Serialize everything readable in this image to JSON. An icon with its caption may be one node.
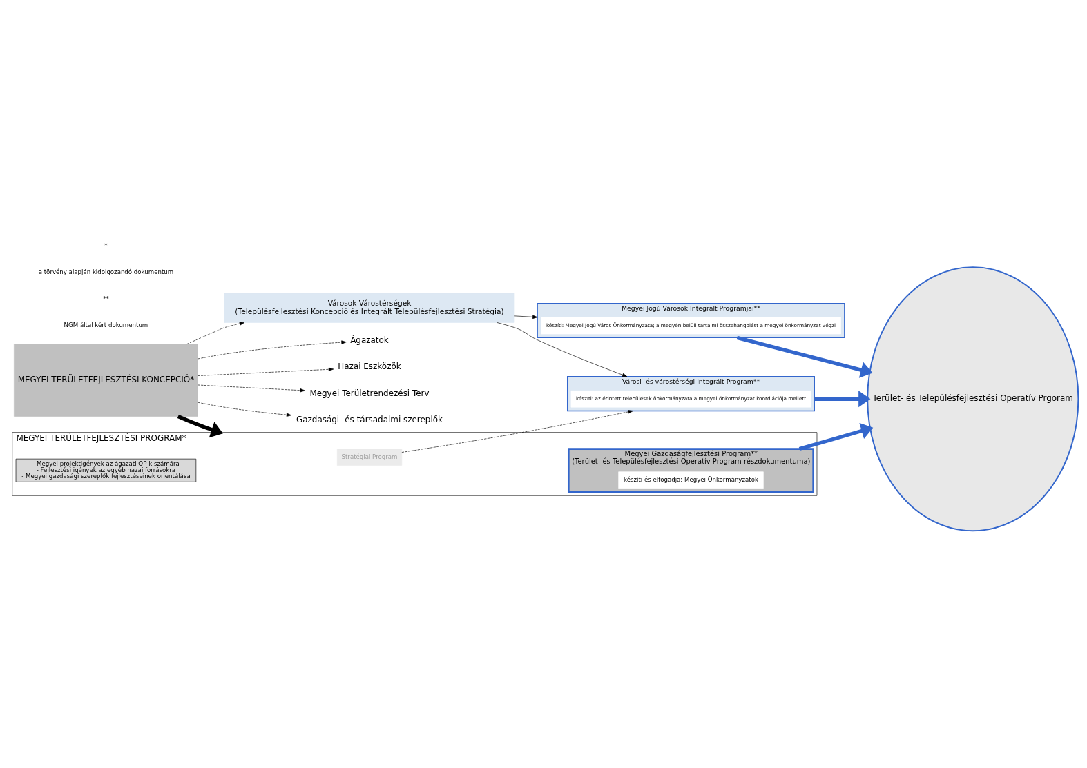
{
  "diagram": {
    "nodes": [
      {
        "text": [
          "MEGYEI TERÜLETFEJLESZTÉSI KONCEPCIÓ*"
        ]
      },
      {
        "text": [
          "Ágazatok"
        ]
      },
      {
        "text": [
          "Hazai Eszközök"
        ]
      },
      {
        "text": [
          "Megyei Területrendezési Terv"
        ]
      },
      {
        "text": [
          "Gazdasági- és társadalmi szereplők"
        ]
      },
      {
        "text": [
          "MEGYEI TERÜLETFEJLESZTÉSI PROGRAM*"
        ]
      },
      {
        "text": [
          "Stratégiai Program"
        ],
        "in": 5
      },
      {
        "text": [
          "Megyei Gazdaságfejlesztési Program**",
          "(Terület- és Településfejlesztési Operatív Program részdokumentuma)"
        ],
        "in": 5
      },
      {
        "text": [
          "készíti és elfogadja: Megyei Önkormányzatok"
        ],
        "in": 7
      },
      {
        "text": [
          "- Megyei projektigények az ágazati OP-k számára",
          "- Fejlesztési igények az egyéb hazai forrásokra",
          "- Megyei gazdasági szereplők fejlesztéseinek orientálása"
        ],
        "in": 5
      },
      {
        "text": [
          "Városok Várostérségek",
          "(Településfejlesztési Koncepció és Integrált Településfejlesztési Stratégia)"
        ]
      },
      {
        "text": [
          "Városi- és várostérségi Integrált Program**"
        ]
      },
      {
        "text": [
          "készíti: az érintett települések önkormányzata a megyei önkormányzat koordiációja mellett"
        ],
        "in": 11
      },
      {
        "text": [
          "Megyei Jogú Városok Integrált Programjai**"
        ]
      },
      {
        "text": [
          "készíti: Megyei Jogú Város Önkormányzata; a megyén belüli tartalmi összehangolást a megyei önkormányzat végzi"
        ],
        "in": 13
      },
      {
        "text": [
          "Terület- és Településfejlesztési Operatív Prgoram"
        ]
      }
    ],
    "edges": [
      {
        "from": 0,
        "to": 1,
        "arrow": "to",
        "style": "dashed"
      },
      {
        "from": 0,
        "to": 2,
        "arrow": "to",
        "style": "dashed"
      },
      {
        "from": 0,
        "to": 3,
        "arrow": "to",
        "style": "dashed"
      },
      {
        "from": 0,
        "to": 4,
        "arrow": "to",
        "style": "dashed"
      },
      {
        "from": 0,
        "to": 5,
        "arrow": "to",
        "style": "thick"
      },
      {
        "from": 0,
        "to": 10,
        "arrow": "to",
        "style": "dashed"
      },
      {
        "from": 6,
        "to": 11,
        "arrow": "to",
        "style": "dashed"
      },
      {
        "from": 10,
        "to": 11,
        "arrow": "to"
      },
      {
        "from": 10,
        "to": 13,
        "arrow": "to"
      },
      {
        "from": 7,
        "to": 15,
        "arrow": "to",
        "style": "thick",
        "color": "#3366cc"
      },
      {
        "from": 11,
        "to": 15,
        "arrow": "to",
        "style": "thick",
        "color": "#3366cc"
      },
      {
        "from": 13,
        "to": 15,
        "arrow": "to",
        "style": "thick",
        "color": "#3366cc"
      }
    ],
    "labels": [
      "*",
      "a törvény alapján kidolgozandó dokumentum",
      "**",
      "NGM által kért dokumentum"
    ]
  }
}
